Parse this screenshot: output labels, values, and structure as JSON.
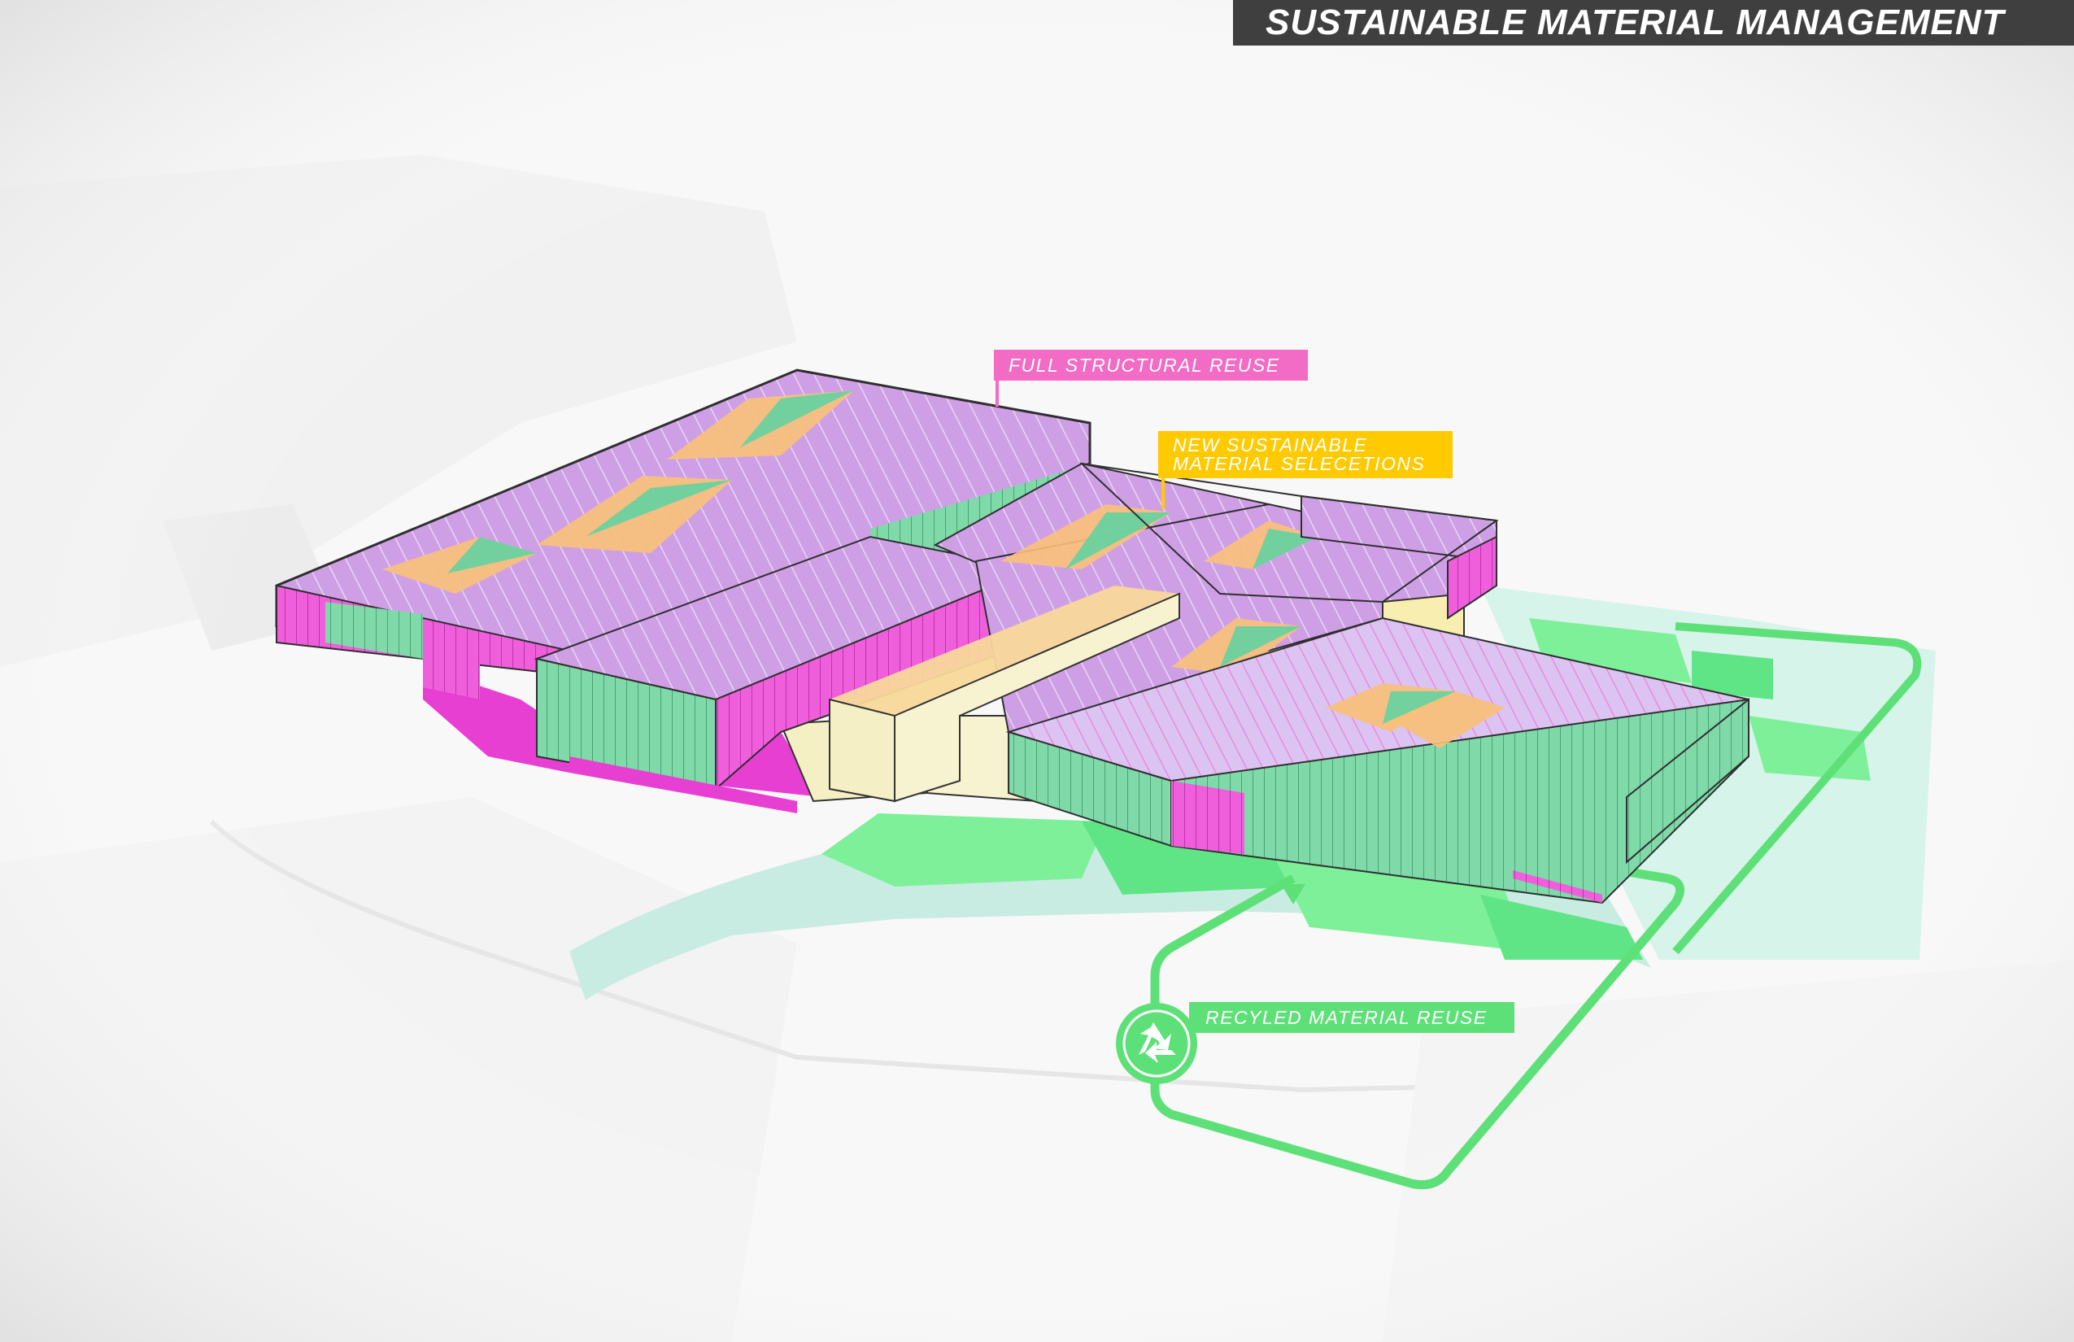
{
  "title": "SUSTAINABLE MATERIAL MANAGEMENT",
  "callouts": {
    "structural_reuse": "FULL STRUCTURAL REUSE",
    "new_materials_line1": "NEW SUSTAINABLE",
    "new_materials_line2": "MATERIAL SELECETIONS",
    "recycled_reuse": "RECYLED MATERIAL REUSE"
  },
  "colors": {
    "structural_reuse": "#f26bc4",
    "new_materials": "#ffca00",
    "recycled": "#5ee078",
    "title_banner": "#3f3f3f"
  },
  "icons": [
    "recycle-icon"
  ]
}
